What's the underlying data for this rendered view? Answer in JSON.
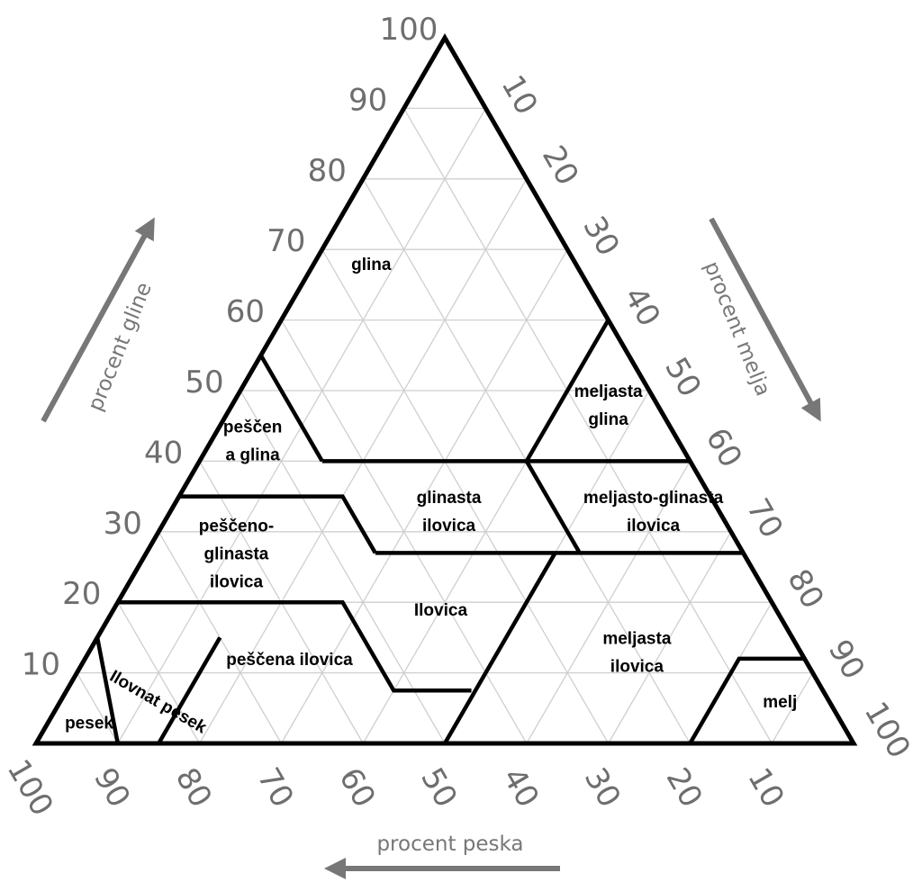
{
  "colors": {
    "boundary": "#000000",
    "grid": "#cccccc",
    "ticks": "#6e6e6e",
    "arrow": "#777777"
  },
  "chart_data": {
    "type": "ternary",
    "axes": {
      "clay": {
        "title": "procent gline",
        "ticks": [
          "10",
          "20",
          "30",
          "40",
          "50",
          "60",
          "70",
          "80",
          "90",
          "100"
        ]
      },
      "silt": {
        "title": "procent melja",
        "ticks": [
          "10",
          "20",
          "30",
          "40",
          "50",
          "60",
          "70",
          "80",
          "90",
          "100"
        ]
      },
      "sand": {
        "title": "procent peska",
        "ticks": [
          "100",
          "90",
          "80",
          "70",
          "60",
          "50",
          "40",
          "30",
          "20",
          "10"
        ]
      }
    },
    "grid_step": 10,
    "boundaries": [
      [
        [
          90,
          0
        ],
        [
          85,
          15
        ]
      ],
      [
        [
          85,
          0
        ],
        [
          70,
          15
        ]
      ],
      [
        [
          80,
          20
        ],
        [
          52.5,
          20
        ],
        [
          52.5,
          7.5
        ],
        [
          43,
          7.5
        ]
      ],
      [
        [
          50,
          0
        ],
        [
          23,
          27
        ]
      ],
      [
        [
          65,
          35
        ],
        [
          45,
          35
        ],
        [
          45,
          27
        ]
      ],
      [
        [
          45,
          55
        ],
        [
          45,
          40
        ]
      ],
      [
        [
          45,
          40
        ],
        [
          0,
          40
        ]
      ],
      [
        [
          45,
          27
        ],
        [
          0,
          27
        ]
      ],
      [
        [
          0,
          60
        ],
        [
          20,
          40
        ],
        [
          20,
          27
        ]
      ],
      [
        [
          20,
          0
        ],
        [
          8,
          12
        ],
        [
          0,
          12
        ]
      ]
    ],
    "regions": [
      {
        "lines": [
          "glina"
        ],
        "sand": 25,
        "clay": 68
      },
      {
        "lines": [
          "meljasta",
          "glina"
        ],
        "sand": 6,
        "clay": 48
      },
      {
        "lines": [
          "peščen",
          "a glina"
        ],
        "sand": 52,
        "clay": 43
      },
      {
        "lines": [
          "glinasta",
          "ilovica"
        ],
        "sand": 33,
        "clay": 33
      },
      {
        "lines": [
          "meljasto-glinasta",
          "ilovica"
        ],
        "sand": 8,
        "clay": 33
      },
      {
        "lines": [
          "peščeno-",
          "glinasta",
          "ilovica"
        ],
        "sand": 62,
        "clay": 27
      },
      {
        "lines": [
          "Ilovica"
        ],
        "sand": 41,
        "clay": 19
      },
      {
        "lines": [
          "meljasta",
          "ilovica"
        ],
        "sand": 20,
        "clay": 13
      },
      {
        "lines": [
          "peščena ilovica"
        ],
        "sand": 63,
        "clay": 12
      },
      {
        "lines": [
          "Ilovnat pesek"
        ],
        "sand": 82,
        "clay": 6,
        "rotate": 30
      },
      {
        "lines": [
          "pesek"
        ],
        "sand": 92,
        "clay": 3
      },
      {
        "lines": [
          "melj"
        ],
        "sand": 6,
        "clay": 6
      }
    ]
  }
}
